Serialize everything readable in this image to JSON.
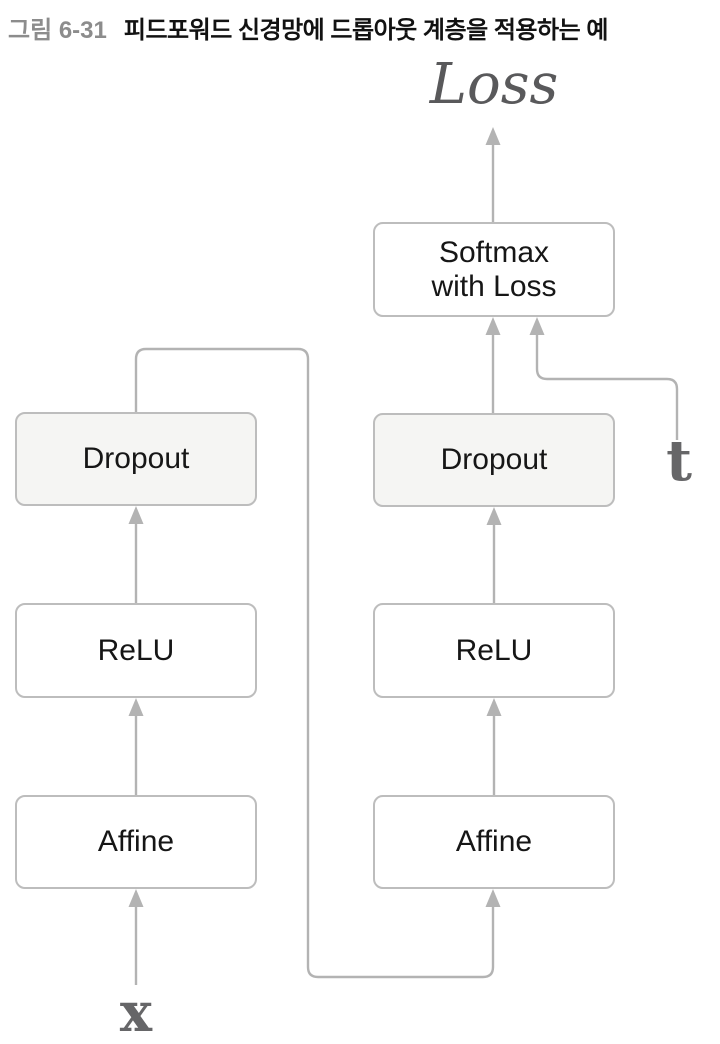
{
  "caption": {
    "label": "그림 6-31",
    "text": "피드포워드 신경망에 드롭아웃 계층을 적용하는 예"
  },
  "diagram": {
    "loss_label": "Loss",
    "input_label": "x",
    "target_label": "t",
    "left_stack": {
      "affine": "Affine",
      "relu": "ReLU",
      "dropout": "Dropout"
    },
    "right_stack": {
      "affine": "Affine",
      "relu": "ReLU",
      "dropout": "Dropout",
      "softmax": "Softmax\nwith Loss"
    },
    "colors": {
      "box_border": "#bdbdbd",
      "box_fill": "#ffffff",
      "dropout_fill": "#f5f5f3",
      "arrow": "#b3b3b3",
      "caption_number": "#8c8c8c",
      "caption_text": "#121212",
      "symbol_gray": "#666668"
    }
  }
}
